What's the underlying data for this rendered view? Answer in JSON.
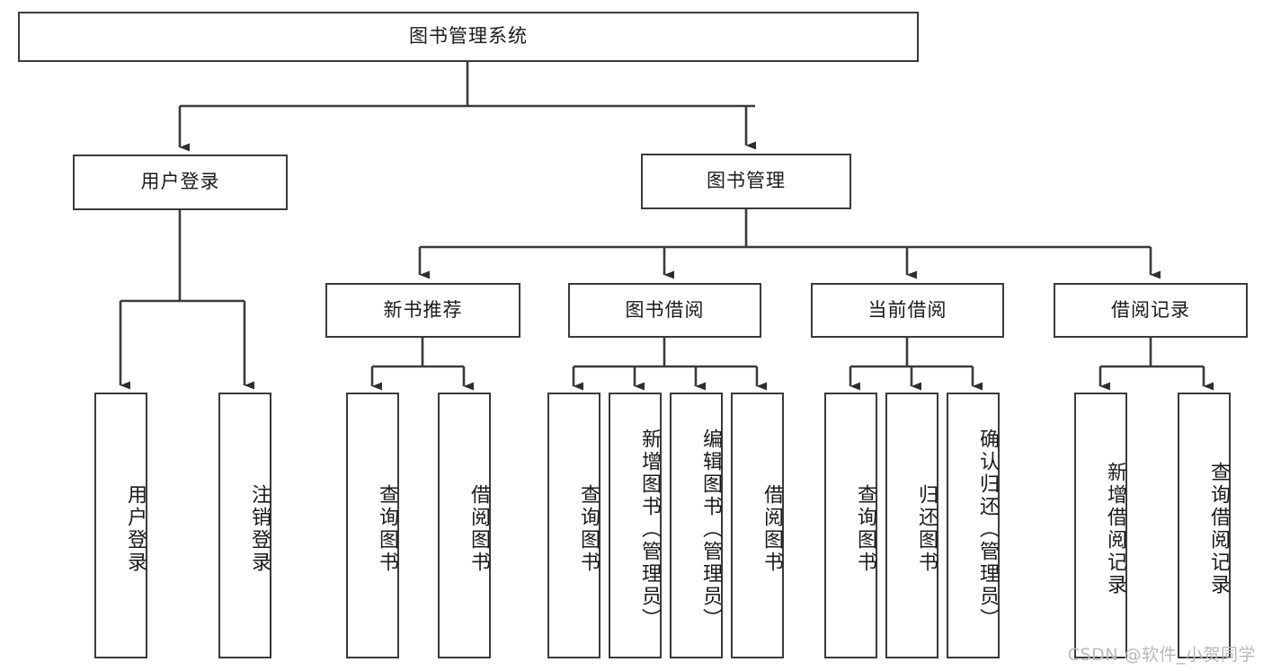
{
  "diagram": {
    "title": "图书管理系统",
    "type": "tree-hierarchy-chart",
    "root": {
      "id": "root",
      "label": "图书管理系统"
    },
    "level1": [
      {
        "id": "login",
        "label": "用户登录"
      },
      {
        "id": "bookmgmt",
        "label": "图书管理"
      }
    ],
    "level2": [
      {
        "id": "newbook",
        "label": "新书推荐",
        "parent": "bookmgmt"
      },
      {
        "id": "borrow",
        "label": "图书借阅",
        "parent": "bookmgmt"
      },
      {
        "id": "current",
        "label": "当前借阅",
        "parent": "bookmgmt"
      },
      {
        "id": "records",
        "label": "借阅记录",
        "parent": "bookmgmt"
      }
    ],
    "leaves": [
      {
        "id": "leaf-login-1",
        "label": "用户登录",
        "parent": "login"
      },
      {
        "id": "leaf-login-2",
        "label": "注销登录",
        "parent": "login"
      },
      {
        "id": "leaf-newbook-1",
        "label": "查询图书",
        "parent": "newbook"
      },
      {
        "id": "leaf-newbook-2",
        "label": "借阅图书",
        "parent": "newbook"
      },
      {
        "id": "leaf-borrow-1",
        "label": "查询图书",
        "parent": "borrow"
      },
      {
        "id": "leaf-borrow-2",
        "label": "新增图书（管理员）",
        "parent": "borrow"
      },
      {
        "id": "leaf-borrow-3",
        "label": "编辑图书（管理员）",
        "parent": "borrow"
      },
      {
        "id": "leaf-borrow-4",
        "label": "借阅图书",
        "parent": "borrow"
      },
      {
        "id": "leaf-current-1",
        "label": "查询图书",
        "parent": "current"
      },
      {
        "id": "leaf-current-2",
        "label": "归还图书",
        "parent": "current"
      },
      {
        "id": "leaf-current-3",
        "label": "确认归还（管理员）",
        "parent": "current"
      },
      {
        "id": "leaf-records-1",
        "label": "新增借阅记录",
        "parent": "records"
      },
      {
        "id": "leaf-records-2",
        "label": "查询借阅记录",
        "parent": "records"
      }
    ]
  },
  "watermark": {
    "text": "CSDN @软件_小贺同学"
  },
  "colors": {
    "background": "#ffffff",
    "box_border": "#3a3a3a",
    "box_fill": "#ffffff",
    "text": "#1a1a1a",
    "connector": "#3a3a3a",
    "watermark": "#b9b9b9"
  }
}
